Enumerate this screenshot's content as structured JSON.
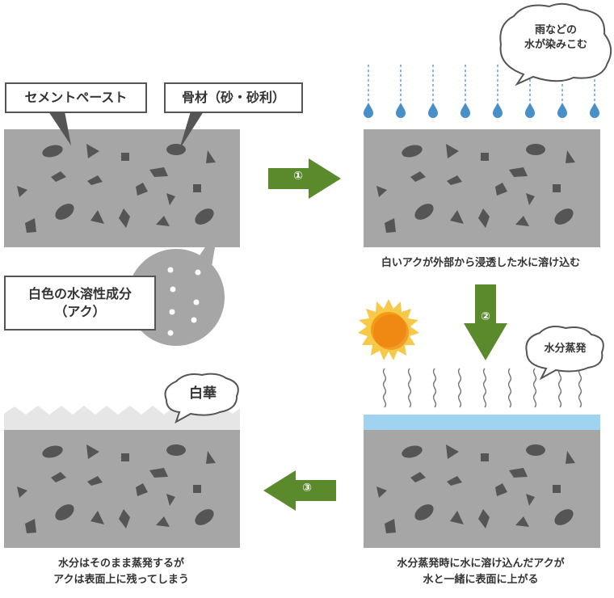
{
  "labels": {
    "cement_paste": "セメントペースト",
    "aggregate": "骨材（砂・砂利）",
    "white_component": "白色の水溶性成分\n（アク）",
    "rain": "雨などの\n水が染みこむ",
    "evaporation": "水分蒸発",
    "efflorescence": "白華"
  },
  "captions": {
    "step1": "白いアクが外部から浸透した水に溶け込む",
    "step2": "水分蒸発時に水に溶け込んだアクが\n水と一緒に表面に上がる",
    "step3": "水分はそのまま蒸発するが\nアクは表面上に残ってしまう"
  },
  "steps": [
    "①",
    "②",
    "③"
  ],
  "colors": {
    "concrete": "#a6a6a6",
    "stone": "#555555",
    "arrow": "#5a8a2c",
    "rain": "#4a90c8",
    "water_layer": "#9fd3f0",
    "efflorescence": "#e6e6e6",
    "sun": "#f5a623"
  }
}
